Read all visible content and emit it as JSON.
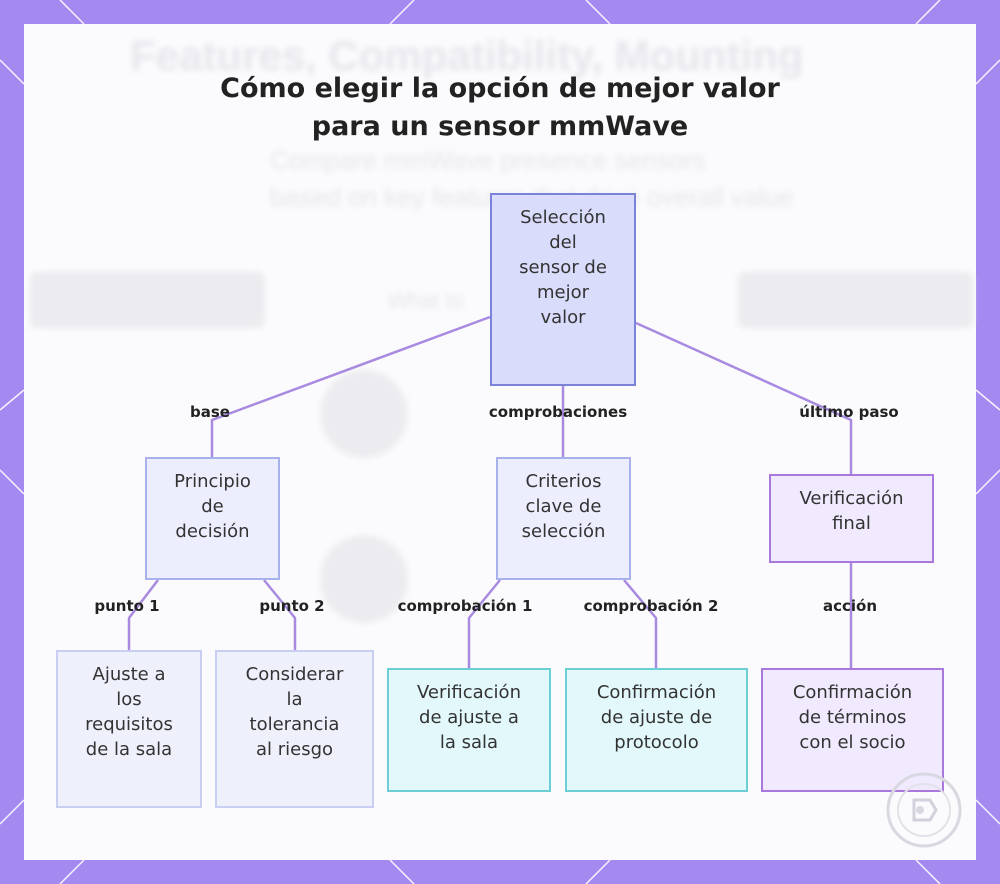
{
  "title": {
    "line1": "Cómo elegir la opción de mejor valor",
    "line2": "para un sensor mmWave"
  },
  "colors": {
    "frame": "#a48af0",
    "root_fill": "#d9dcfb",
    "blue_fill": "#eceefe",
    "cyan_fill": "#e2f8fb",
    "purple_fill": "#f1e9fd",
    "edge": "#a88be0"
  },
  "nodes": {
    "root": {
      "lines": [
        "Selección",
        "del",
        "sensor de",
        "mejor",
        "valor"
      ]
    },
    "principio": {
      "lines": [
        "Principio",
        "de",
        "decisión"
      ]
    },
    "criterios": {
      "lines": [
        "Criterios",
        "clave de",
        "selección"
      ]
    },
    "verificacion_final": {
      "lines": [
        "Verificación",
        "final"
      ]
    },
    "ajuste": {
      "lines": [
        "Ajuste a",
        "los",
        "requisitos",
        "de la sala"
      ]
    },
    "considerar": {
      "lines": [
        "Considerar",
        "la",
        "tolerancia",
        "al riesgo"
      ]
    },
    "verificacion_ajuste": {
      "lines": [
        "Verificación",
        "de ajuste a",
        "la sala"
      ]
    },
    "confirmacion_protocolo": {
      "lines": [
        "Confirmación",
        "de ajuste de",
        "protocolo"
      ]
    },
    "confirmacion_terminos": {
      "lines": [
        "Confirmación",
        "de términos",
        "con el socio"
      ]
    }
  },
  "edge_labels": {
    "base": "base",
    "comprobaciones": "comprobaciones",
    "ultimo_paso": "último paso",
    "punto1": "punto 1",
    "punto2": "punto 2",
    "comprobacion1": "comprobación 1",
    "comprobacion2": "comprobación 2",
    "accion": "acción"
  },
  "background_text": {
    "heading": "Features, Compatibility, Mounting",
    "subtitle_line1": "Compare mmWave presence sensors",
    "subtitle_line2": "based on key features that drive overall value",
    "tab_middle": "What to"
  },
  "watermark": {
    "icon": "logo-icon"
  }
}
